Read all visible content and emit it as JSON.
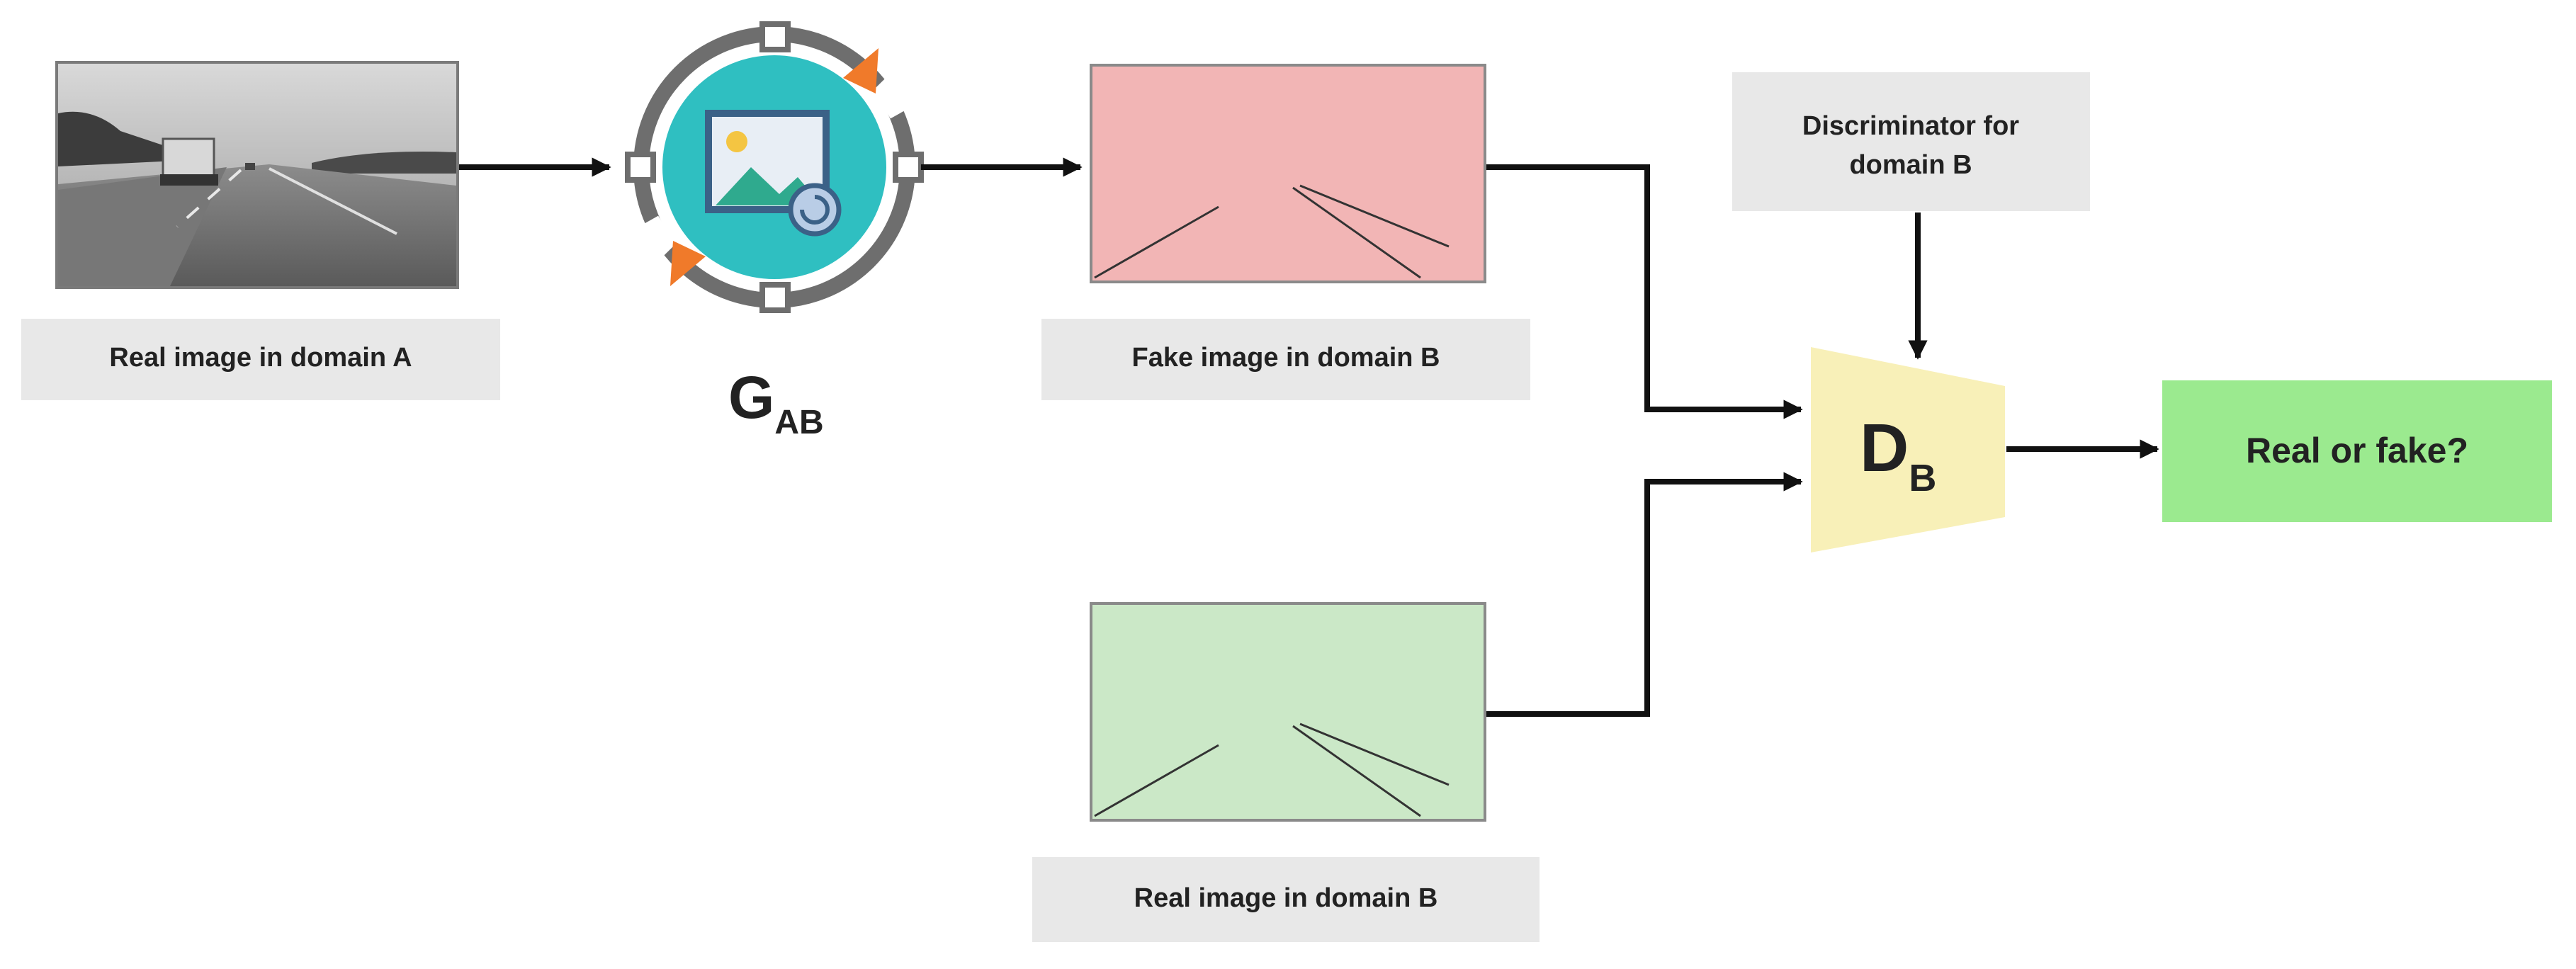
{
  "nodes": {
    "real_a": {
      "label": "Real image in domain A"
    },
    "generator": {
      "symbol": "G",
      "subscript": "AB",
      "icon": "image-transform-icon"
    },
    "fake_b": {
      "label": "Fake image in domain B"
    },
    "real_b": {
      "label": "Real image in domain B"
    },
    "discriminator_note": {
      "line1": "Discriminator for",
      "line2": "domain B"
    },
    "discriminator": {
      "symbol": "D",
      "subscript": "B"
    },
    "output": {
      "label": "Real or fake?"
    }
  },
  "colors": {
    "fake_panel": "#f2b5b5",
    "real_panel": "#cbe8c7",
    "label_box": "#e8e8e8",
    "discriminator": "#f8f0b8",
    "output_box": "#9bea8f",
    "generator_teal": "#2fbfc1",
    "generator_ring": "#6e6e6e",
    "generator_arrows": "#f07a2a",
    "arrow": "#111111"
  }
}
